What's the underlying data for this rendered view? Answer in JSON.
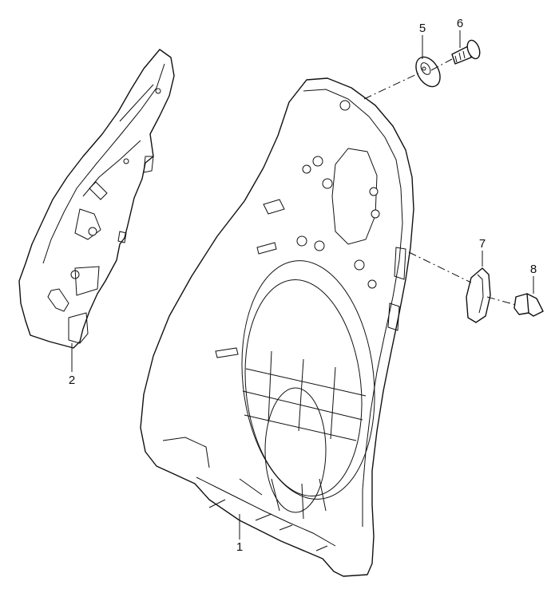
{
  "callouts": {
    "c1": "1",
    "c2": "2",
    "c5": "5",
    "c6": "6",
    "c7": "7",
    "c8": "8"
  },
  "colors": {
    "line": "#111111",
    "background": "#ffffff"
  }
}
